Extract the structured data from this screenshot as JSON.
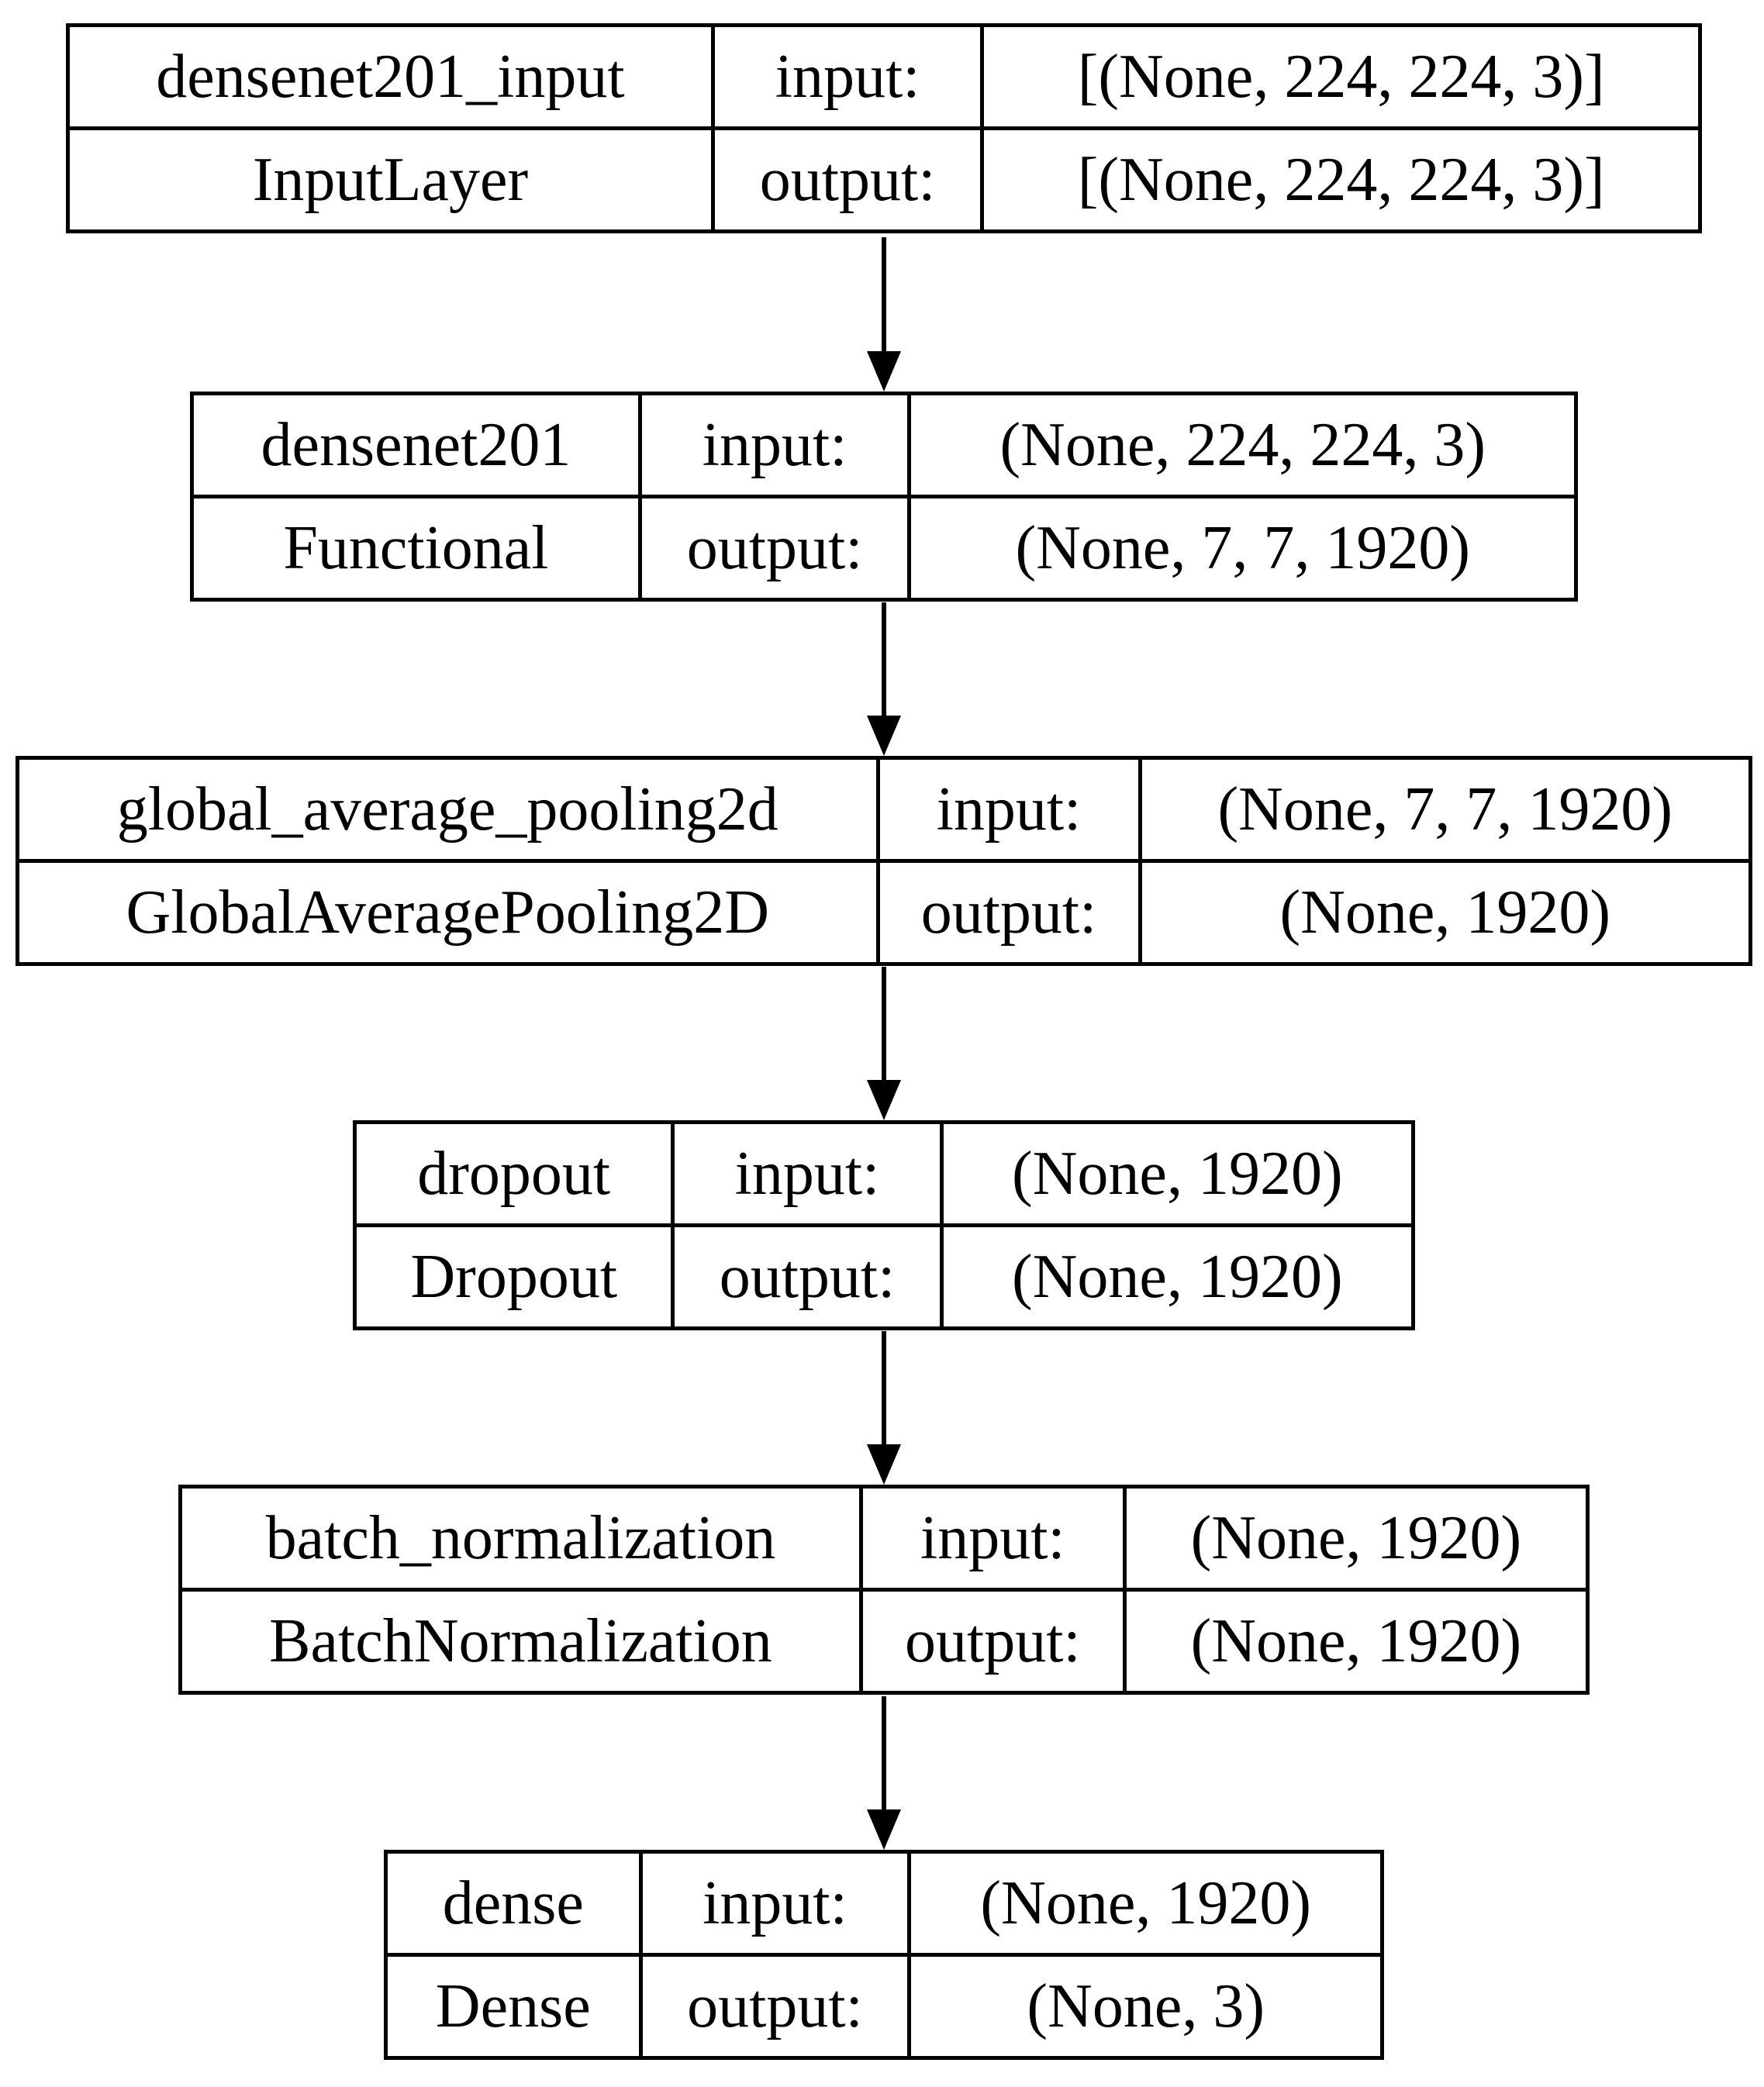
{
  "diagram": {
    "kind": "keras-model-plot",
    "colors": {
      "border": "#000000",
      "background": "#ffffff",
      "text": "#000000"
    },
    "nodes": [
      {
        "name": "densenet201_input",
        "type": "InputLayer",
        "input_label": "input:",
        "output_label": "output:",
        "input_shape": "[(None, 224, 224, 3)]",
        "output_shape": "[(None, 224, 224, 3)]"
      },
      {
        "name": "densenet201",
        "type": "Functional",
        "input_label": "input:",
        "output_label": "output:",
        "input_shape": "(None, 224, 224, 3)",
        "output_shape": "(None, 7, 7, 1920)"
      },
      {
        "name": "global_average_pooling2d",
        "type": "GlobalAveragePooling2D",
        "input_label": "input:",
        "output_label": "output:",
        "input_shape": "(None, 7, 7, 1920)",
        "output_shape": "(None, 1920)"
      },
      {
        "name": "dropout",
        "type": "Dropout",
        "input_label": "input:",
        "output_label": "output:",
        "input_shape": "(None, 1920)",
        "output_shape": "(None, 1920)"
      },
      {
        "name": "batch_normalization",
        "type": "BatchNormalization",
        "input_label": "input:",
        "output_label": "output:",
        "input_shape": "(None, 1920)",
        "output_shape": "(None, 1920)"
      },
      {
        "name": "dense",
        "type": "Dense",
        "input_label": "input:",
        "output_label": "output:",
        "input_shape": "(None, 1920)",
        "output_shape": "(None, 3)"
      }
    ]
  }
}
